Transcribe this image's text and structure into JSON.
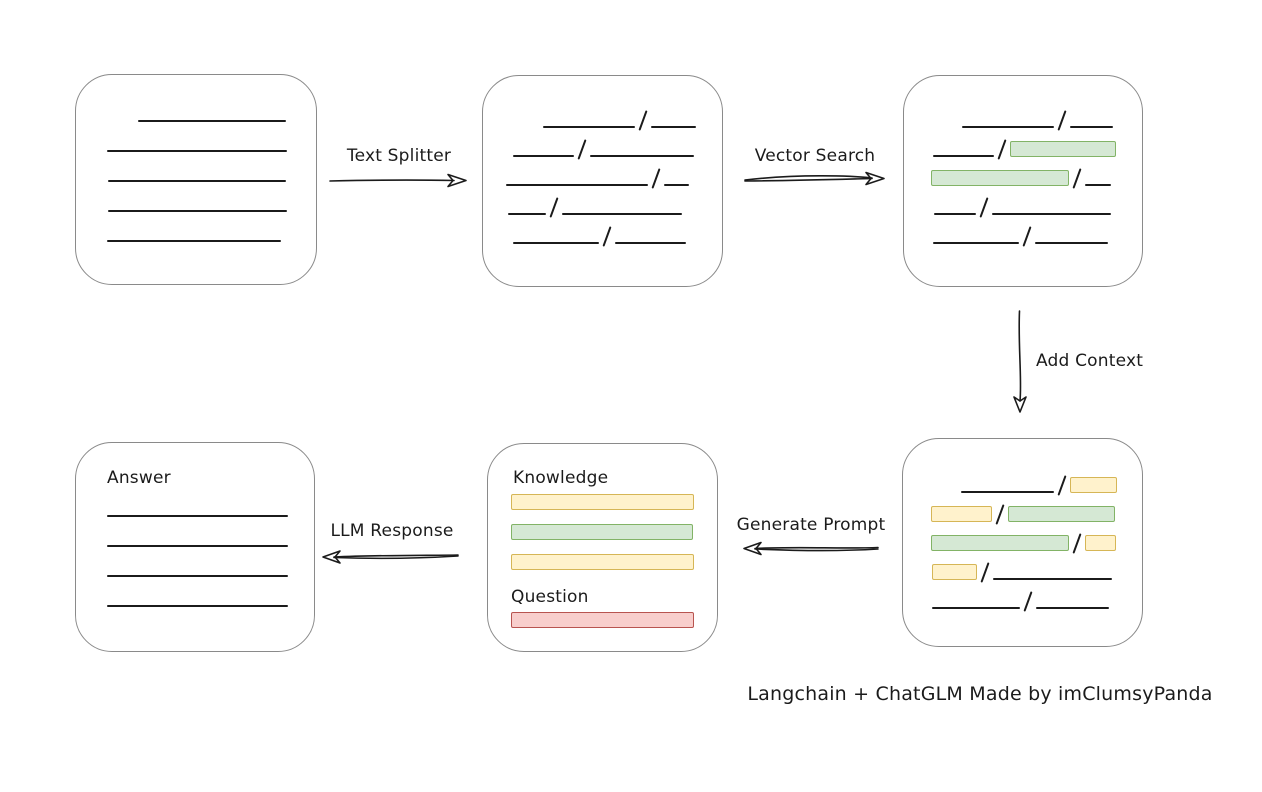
{
  "caption": "Langchain + ChatGLM Made by imClumsyPanda",
  "colors": {
    "ink": "#1b1b1b",
    "box_border": "#8a8a8a",
    "green_fill": "#d5e8d4",
    "green_border": "#82b366",
    "yellow_fill": "#fff2cc",
    "yellow_border": "#d6b656",
    "red_fill": "#f8cecc",
    "red_border": "#b85450"
  },
  "arrows": {
    "text_splitter": {
      "label": "Text Splitter",
      "direction": "right"
    },
    "vector_search": {
      "label": "Vector Search",
      "direction": "right"
    },
    "add_context": {
      "label": "Add Context",
      "direction": "down"
    },
    "generate_prompt": {
      "label": "Generate Prompt",
      "direction": "left"
    },
    "llm_response": {
      "label": "LLM Response",
      "direction": "left"
    }
  },
  "nodes": {
    "document": {
      "rows": [
        {
          "indent": 62,
          "segments": [
            {
              "kind": "line",
              "w": 148
            }
          ]
        },
        {
          "indent": 31,
          "segments": [
            {
              "kind": "line",
              "w": 180
            }
          ]
        },
        {
          "indent": 32,
          "segments": [
            {
              "kind": "line",
              "w": 178
            }
          ]
        },
        {
          "indent": 32,
          "segments": [
            {
              "kind": "line",
              "w": 179
            }
          ]
        },
        {
          "indent": 31,
          "segments": [
            {
              "kind": "line",
              "w": 174
            }
          ]
        }
      ]
    },
    "chunks": {
      "rows": [
        {
          "indent": 60,
          "segments": [
            {
              "kind": "line",
              "w": 92
            },
            {
              "kind": "slash"
            },
            {
              "kind": "line",
              "w": 45
            }
          ]
        },
        {
          "indent": 30,
          "segments": [
            {
              "kind": "line",
              "w": 61
            },
            {
              "kind": "slash"
            },
            {
              "kind": "line",
              "w": 104
            }
          ]
        },
        {
          "indent": 23,
          "segments": [
            {
              "kind": "line",
              "w": 142
            },
            {
              "kind": "slash"
            },
            {
              "kind": "line",
              "w": 25
            }
          ]
        },
        {
          "indent": 25,
          "segments": [
            {
              "kind": "line",
              "w": 38
            },
            {
              "kind": "slash"
            },
            {
              "kind": "line",
              "w": 120
            }
          ]
        },
        {
          "indent": 30,
          "segments": [
            {
              "kind": "line",
              "w": 86
            },
            {
              "kind": "slash"
            },
            {
              "kind": "line",
              "w": 71
            }
          ]
        }
      ]
    },
    "retrieved": {
      "rows": [
        {
          "indent": 58,
          "segments": [
            {
              "kind": "line",
              "w": 92
            },
            {
              "kind": "slash"
            },
            {
              "kind": "line",
              "w": 43
            }
          ]
        },
        {
          "indent": 29,
          "segments": [
            {
              "kind": "line",
              "w": 61
            },
            {
              "kind": "slash"
            },
            {
              "kind": "chunk",
              "color": "green",
              "w": 106
            }
          ]
        },
        {
          "indent": 27,
          "segments": [
            {
              "kind": "chunk",
              "color": "green",
              "w": 138
            },
            {
              "kind": "slash"
            },
            {
              "kind": "line",
              "w": 26
            }
          ]
        },
        {
          "indent": 30,
          "segments": [
            {
              "kind": "line",
              "w": 42
            },
            {
              "kind": "slash"
            },
            {
              "kind": "line",
              "w": 119
            }
          ]
        },
        {
          "indent": 29,
          "segments": [
            {
              "kind": "line",
              "w": 86
            },
            {
              "kind": "slash"
            },
            {
              "kind": "line",
              "w": 73
            }
          ]
        }
      ]
    },
    "context": {
      "rows": [
        {
          "indent": 58,
          "segments": [
            {
              "kind": "line",
              "w": 93
            },
            {
              "kind": "slash"
            },
            {
              "kind": "chunk",
              "color": "yellow",
              "w": 47
            }
          ]
        },
        {
          "indent": 28,
          "segments": [
            {
              "kind": "chunk",
              "color": "yellow",
              "w": 61
            },
            {
              "kind": "slash"
            },
            {
              "kind": "chunk",
              "color": "green",
              "w": 107
            }
          ]
        },
        {
          "indent": 28,
          "segments": [
            {
              "kind": "chunk",
              "color": "green",
              "w": 138
            },
            {
              "kind": "slash"
            },
            {
              "kind": "chunk",
              "color": "yellow",
              "w": 31
            }
          ]
        },
        {
          "indent": 29,
          "segments": [
            {
              "kind": "chunk",
              "color": "yellow",
              "w": 45
            },
            {
              "kind": "slash"
            },
            {
              "kind": "line",
              "w": 119
            }
          ]
        },
        {
          "indent": 29,
          "segments": [
            {
              "kind": "line",
              "w": 88
            },
            {
              "kind": "slash"
            },
            {
              "kind": "line",
              "w": 73
            }
          ]
        }
      ]
    },
    "prompt": {
      "knowledge_label": "Knowledge",
      "question_label": "Question",
      "knowledge_bars": [
        {
          "color": "yellow",
          "w": 183
        },
        {
          "color": "green",
          "w": 182
        },
        {
          "color": "yellow",
          "w": 183
        }
      ],
      "question_bars": [
        {
          "color": "red",
          "w": 183
        }
      ]
    },
    "answer": {
      "label": "Answer",
      "rows": [
        {
          "indent": 31,
          "segments": [
            {
              "kind": "line",
              "w": 181
            }
          ]
        },
        {
          "indent": 31,
          "segments": [
            {
              "kind": "line",
              "w": 181
            }
          ]
        },
        {
          "indent": 31,
          "segments": [
            {
              "kind": "line",
              "w": 181
            }
          ]
        },
        {
          "indent": 31,
          "segments": [
            {
              "kind": "line",
              "w": 181
            }
          ]
        }
      ]
    }
  }
}
